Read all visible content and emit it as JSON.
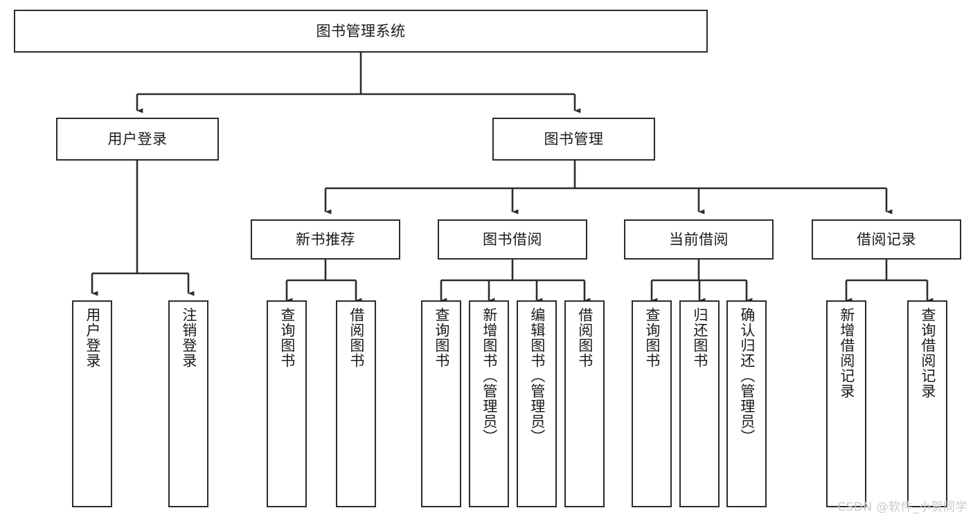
{
  "diagram": {
    "type": "tree",
    "title": "图书管理系统",
    "orientation": "top-down",
    "colors": {
      "box_border": "#2b2b2b",
      "box_fill": "#ffffff",
      "connector": "#2b2b2b",
      "background": "#ffffff",
      "watermark": "#c9c9c9"
    },
    "root": {
      "label": "图书管理系统"
    },
    "level2": [
      {
        "label": "用户登录"
      },
      {
        "label": "图书管理"
      }
    ],
    "level3": [
      {
        "label": "新书推荐"
      },
      {
        "label": "图书借阅"
      },
      {
        "label": "当前借阅"
      },
      {
        "label": "借阅记录"
      }
    ],
    "leaves": {
      "user_login": [
        {
          "label": "用户登录"
        },
        {
          "label": "注销登录"
        }
      ],
      "new_book_recommend": [
        {
          "label": "查询图书"
        },
        {
          "label": "借阅图书"
        }
      ],
      "book_borrow": [
        {
          "label": "查询图书"
        },
        {
          "label": "新增图书（管理员）"
        },
        {
          "label": "编辑图书（管理员）"
        },
        {
          "label": "借阅图书"
        }
      ],
      "current_borrow": [
        {
          "label": "查询图书"
        },
        {
          "label": "归还图书"
        },
        {
          "label": "确认归还（管理员）"
        }
      ],
      "borrow_record": [
        {
          "label": "新增借阅记录"
        },
        {
          "label": "查询借阅记录"
        }
      ]
    }
  },
  "watermark": {
    "text": "CSDN @软件_小贺同学"
  }
}
